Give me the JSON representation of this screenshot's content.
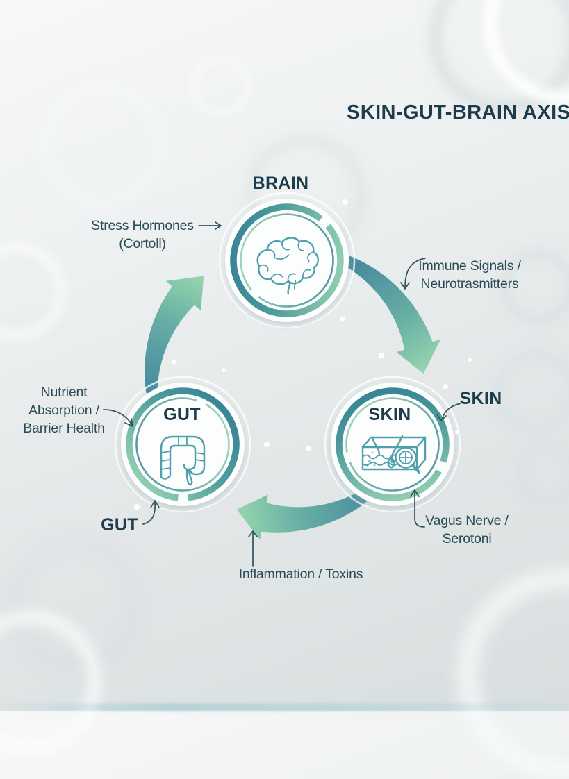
{
  "title": "SKIN-GUT-BRAIN AXIS",
  "nodes": {
    "brain": {
      "label": "BRAIN",
      "icon": "brain-icon"
    },
    "gut": {
      "label": "GUT",
      "icon": "intestine-icon"
    },
    "skin": {
      "label": "SKIN",
      "icon": "skin-magnifier-icon"
    }
  },
  "external_labels": {
    "gut": "GUT",
    "skin": "SKIN"
  },
  "annotations": {
    "stress": {
      "line1": "Stress Hormones",
      "line2": "(Cortoll)"
    },
    "immune": {
      "line1": "Immune Signals /",
      "line2": "Neurotrasmitters"
    },
    "nutrient": {
      "line1": "Nutrient",
      "line2": "Absorption /",
      "line3": "Barrier Health"
    },
    "vagus": {
      "line1": "Vagus Nerve /",
      "line2": "Serotoni"
    },
    "inflammation": {
      "label": "Inflammation / Toxins"
    }
  },
  "colors": {
    "title_text": "#1C3B4B",
    "label_text": "#2B4A57",
    "ring_teal_dark": "#2F7A93",
    "ring_teal_mid": "#4E9D9C",
    "ring_green_light": "#A6DDB7",
    "arc_teal": "#47899F",
    "arc_mid": "#66AEA4",
    "arc_green": "#97D5AE",
    "icon_stroke": "#4FA0AC",
    "annotation_stroke": "#33525F"
  }
}
